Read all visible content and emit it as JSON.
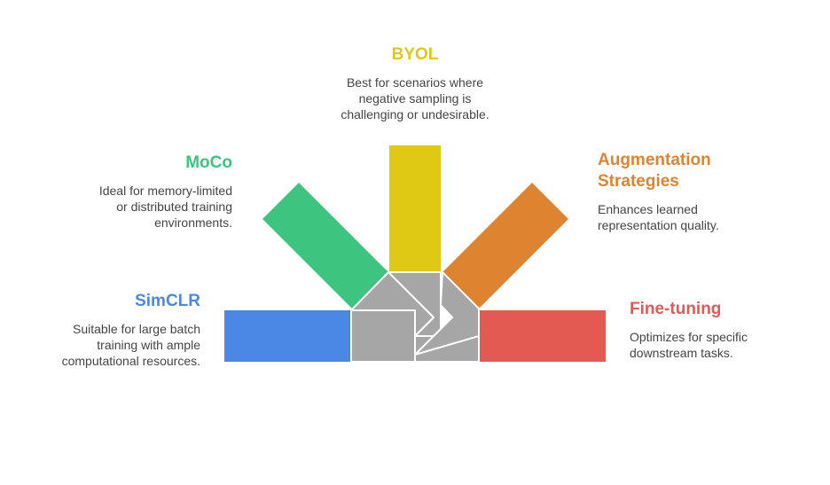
{
  "colors": {
    "byol": "#e0c915",
    "moco": "#3dc57f",
    "augmentation": "#de8430",
    "simclr": "#4b87e5",
    "finetuning": "#e35a53",
    "hub": "#a6a6a6"
  },
  "items": [
    {
      "key": "simclr",
      "title": "SimCLR",
      "desc_lines": [
        "Suitable for large batch",
        "training with ample",
        "computational resources."
      ]
    },
    {
      "key": "moco",
      "title": "MoCo",
      "desc_lines": [
        "Ideal for memory-limited",
        "or distributed training",
        "environments."
      ]
    },
    {
      "key": "byol",
      "title": "BYOL",
      "desc_lines": [
        "Best for scenarios where",
        "negative sampling is",
        "challenging or undesirable."
      ]
    },
    {
      "key": "augmentation",
      "title_lines": [
        "Augmentation",
        "Strategies"
      ],
      "desc_lines": [
        "Enhances learned",
        "representation quality."
      ]
    },
    {
      "key": "finetuning",
      "title": "Fine-tuning",
      "desc_lines": [
        "Optimizes for specific",
        "downstream tasks."
      ]
    }
  ]
}
